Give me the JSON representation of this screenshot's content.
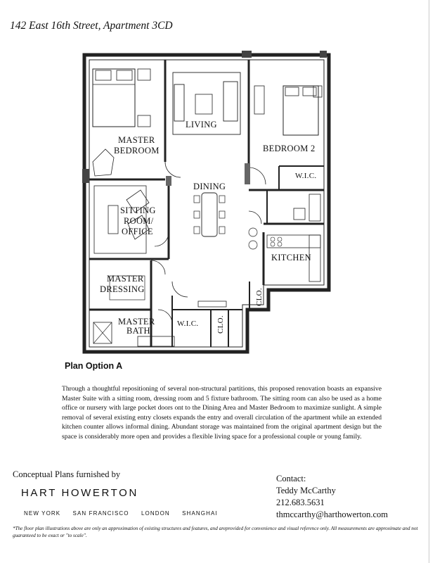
{
  "header": {
    "address": "142 East 16th Street, Apartment 3CD"
  },
  "floorplan": {
    "rooms": {
      "master_bedroom_line1": "MASTER",
      "master_bedroom_line2": "BEDROOM",
      "living": "LIVING",
      "bedroom2": "BEDROOM 2",
      "wic_bedroom2": "W.I.C.",
      "dining": "DINING",
      "sitting_line1": "SITTING",
      "sitting_line2": "ROOM/",
      "sitting_line3": "OFFICE",
      "kitchen": "KITCHEN",
      "master_dressing_line1": "MASTER",
      "master_dressing_line2": "DRESSING",
      "master_bath_line1": "MASTER",
      "master_bath_line2": "BATH",
      "wic_hall": "W.I.C.",
      "clo1": "CLO.",
      "clo2": "CLO."
    }
  },
  "plan_option": {
    "title": "Plan Option A"
  },
  "description": "Through a thoughtful repositioning of several non-structural partitions, this proposed renovation boasts an expansive Master Suite with a sitting room, dressing room and 5 fixture bathroom. The sitting room can also be used as a home office or nursery with large pocket doors ont to the Dining Area and Master Bedroom to maximize sunlight. A simple removal of several existing entry closets expands the entry and overall circulation of the apartment while an extended kitchen counter allows informal dining. Abundant storage was maintained from the original apartment design but the space is considerably more open and provides a flexible living space for a professional couple or young family.",
  "credits": {
    "conceptual": "Conceptual Plans furnished by",
    "firm": "HART HOWERTON",
    "cities": [
      "NEW YORK",
      "SAN FRANCISCO",
      "LONDON",
      "SHANGHAI"
    ]
  },
  "contact": {
    "label": "Contact:",
    "name": "Teddy McCarthy",
    "phone": "212.683.5631",
    "email": "thmccarthy@harthowerton.com"
  },
  "disclaimer": "*The floor plan illustrations above are only an approximation of existing structures and features, and areprovided for convenience and visual reference only. All measurements are approximate and not guaranteed to be exact or \"to scale\"."
}
